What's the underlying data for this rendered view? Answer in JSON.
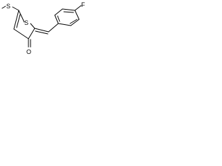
{
  "molecule": {
    "atoms": {
      "thioether_sulfur": "S",
      "ring_sulfur": "S",
      "carbonyl_oxygen": "O",
      "fluorine": "F"
    }
  },
  "colors": {
    "bond": "#000000",
    "label": "#000000",
    "background": "#ffffff"
  }
}
